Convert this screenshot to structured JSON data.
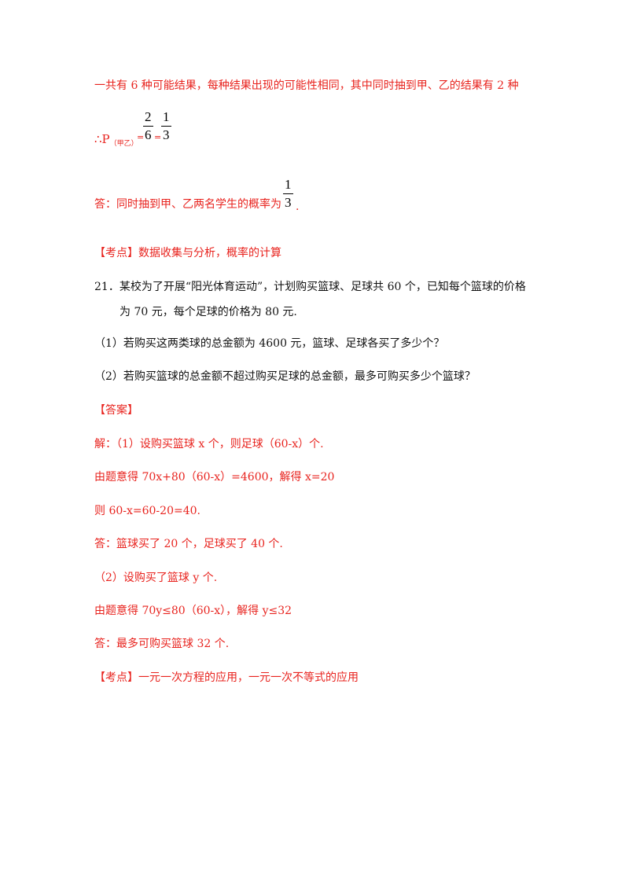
{
  "solution_prev": {
    "outcomes_line": "一共有 6 种可能结果，每种结果出现的可能性相同，其中同时抽到甲、乙的结果有 2 种",
    "prob_prefix": "∴P",
    "prob_subscript": "（甲乙）",
    "eq1": "=",
    "eq2": "=",
    "frac1": {
      "num": "2",
      "den": "6"
    },
    "frac2": {
      "num": "1",
      "den": "3"
    },
    "answer_text": "答：同时抽到甲、乙两名学生的概率为",
    "answer_frac": {
      "num": "1",
      "den": "3"
    },
    "answer_end": "."
  },
  "kaodian1": "【考点】数据收集与分析，概率的计算",
  "question": {
    "line1": "21．某校为了开展“阳光体育运动”，计划购买篮球、足球共 60 个，已知每个篮球的价格",
    "line2": "为 70 元，每个足球的价格为 80 元.",
    "part1": "（1）若购买这两类球的总金额为 4600 元，篮球、足球各买了多少个？",
    "part2": "（2）若购买篮球的总金额不超过购买足球的总金额，最多可购买多少个篮球？"
  },
  "answer_label": "【答案】",
  "answer_lines": [
    "解：（1）设购买篮球 x 个，则足球（60-x）个.",
    "由题意得 70x+80（60-x）=4600，解得 x=20",
    "则 60-x=60-20=40.",
    "答：篮球买了 20 个，足球买了 40 个.",
    "（2）设购买了篮球 y 个.",
    "由题意得   70y≤80（60-x），解得 y≤32",
    "答：最多可购买篮球 32 个."
  ],
  "kaodian2": "【考点】一元一次方程的应用，一元一次不等式的应用"
}
